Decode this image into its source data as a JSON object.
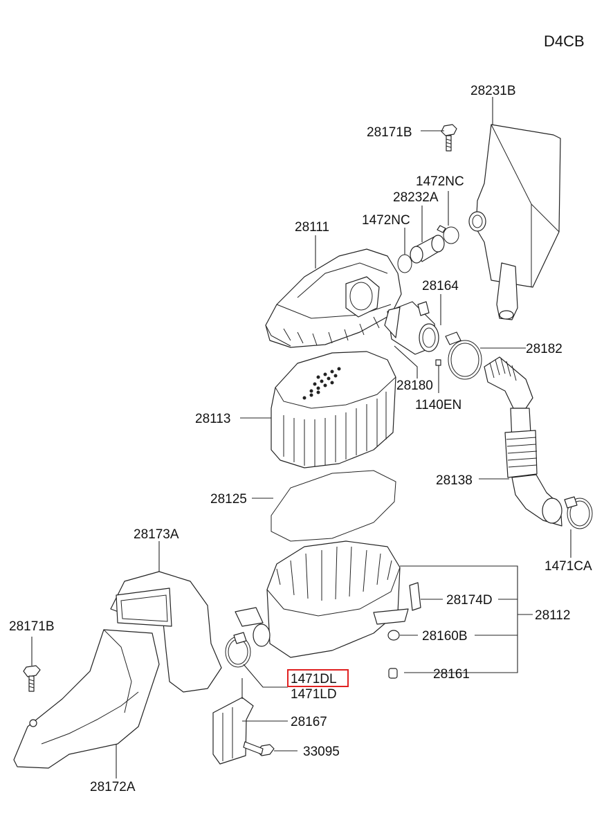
{
  "engine_code": "D4CB",
  "highlight_color": "#e02020",
  "callouts": {
    "p28231B": "28231B",
    "p28171B_top": "28171B",
    "p1472NC_a": "1472NC",
    "p28232A": "28232A",
    "p1472NC_b": "1472NC",
    "p28111": "28111",
    "p28164": "28164",
    "p28182": "28182",
    "p28180": "28180",
    "p1140EN": "1140EN",
    "p28113": "28113",
    "p28138": "28138",
    "p28125": "28125",
    "p28173A": "28173A",
    "p1471CA": "1471CA",
    "p28174D": "28174D",
    "p28112": "28112",
    "p28171B_left": "28171B",
    "p28160B": "28160B",
    "p1471DL": "1471DL",
    "p1471LD": "1471LD",
    "p28161": "28161",
    "p28167": "28167",
    "p33095": "33095",
    "p28172A": "28172A"
  }
}
